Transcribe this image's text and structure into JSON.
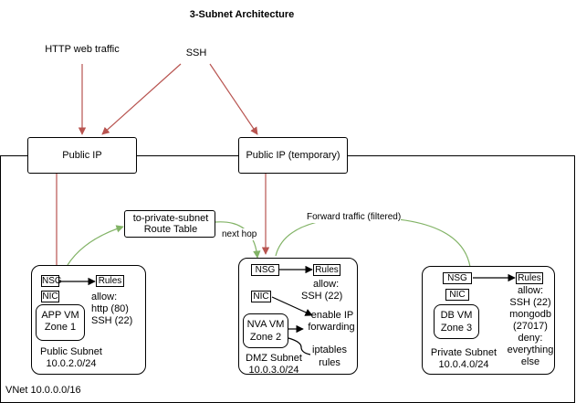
{
  "title": "3-Subnet Architecture",
  "sources": {
    "http": "HTTP web traffic",
    "ssh": "SSH"
  },
  "public_ips": {
    "app": "Public IP",
    "temporary": "Public IP (temporary)"
  },
  "route_table": {
    "line1": "to-private-subnet",
    "line2": "Route Table"
  },
  "edge_labels": {
    "next_hop": "next hop",
    "forward": "Forward traffic (filtered)"
  },
  "vnet": {
    "label": "VNet 10.0.0.0/16"
  },
  "subnets": {
    "public": {
      "nsg": "NSG",
      "rules": "Rules",
      "nic": "NIC",
      "vm_line1": "APP VM",
      "vm_line2": "Zone 1",
      "rules_text": [
        "allow:",
        "http (80)",
        "SSH (22)"
      ],
      "name": "Public Subnet",
      "cidr": "10.0.2.0/24"
    },
    "dmz": {
      "nsg": "NSG",
      "rules": "Rules",
      "nic": "NIC",
      "vm_line1": "NVA VM",
      "vm_line2": "Zone 2",
      "rules_text": [
        "allow:",
        "SSH (22)"
      ],
      "ip_forwarding": [
        "enable IP",
        "forwarding"
      ],
      "iptables": [
        "iptables",
        "rules"
      ],
      "name": "DMZ Subnet",
      "cidr": "10.0.3.0/24"
    },
    "private": {
      "nsg": "NSG",
      "rules": "Rules",
      "nic": "NIC",
      "vm_line1": "DB VM",
      "vm_line2": "Zone 3",
      "rules_text": [
        "allow:",
        "SSH (22)",
        "mongodb",
        "(27017)",
        "deny:",
        "everything",
        "else"
      ],
      "name": "Private Subnet",
      "cidr": "10.0.4.0/24"
    }
  },
  "colors": {
    "red_arrow": "#b85450",
    "green_arrow": "#82b366",
    "stroke": "#000000"
  }
}
